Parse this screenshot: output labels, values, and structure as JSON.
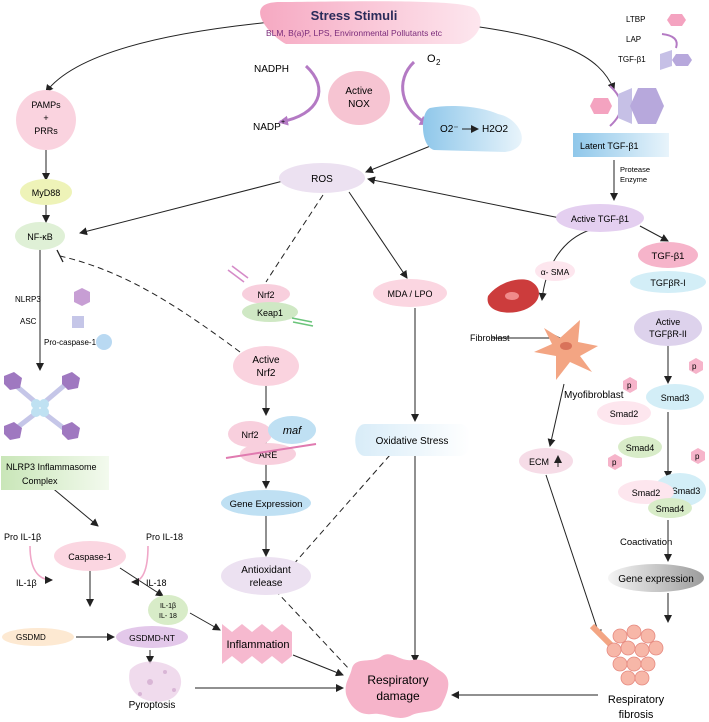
{
  "stimuli": {
    "title": "Stress Stimuli",
    "subtitle": "BLM, B(a)P, LPS, Environmental Pollutants etc"
  },
  "legend": {
    "ltbp": "LTBP",
    "lap": "LAP",
    "tgf": "TGF-β1"
  },
  "nox": {
    "label1": "Active",
    "label2": "NOX",
    "nadph": "NADPH",
    "nadp": "NADP",
    "nadp_sup": "+",
    "o2": "O",
    "o2_sub": "2",
    "superoxide": "O2⁻",
    "h2o2": "H2O2"
  },
  "left": {
    "pamps": "PAMPs",
    "plus": "+",
    "prrs": "PRRs",
    "myd88": "MyD88",
    "nfkb": "NF-κB",
    "nlrp3": "NLRP3",
    "asc": "ASC",
    "procasp": "Pro-caspase-1",
    "inflammasome1": "NLRP3 Inflammasome",
    "inflammasome2": "Complex",
    "pro_il1b": "Pro IL-1β",
    "pro_il18": "Pro IL-18",
    "caspase": "Caspase-1",
    "il1b": "IL-1β",
    "il18": "IL-18",
    "mix1": "IL-1β",
    "mix2": "IL- 18",
    "gsdmd": "GSDMD",
    "gsdmd_nt": "GSDMD-NT",
    "pyroptosis": "Pyroptosis",
    "inflammation": "Inflammation"
  },
  "center": {
    "ros": "ROS",
    "nrf2": "Nrf2",
    "keap1": "Keap1",
    "active_nrf2_1": "Active",
    "active_nrf2_2": "Nrf2",
    "nrf2b": "Nrf2",
    "maf": "maf",
    "are": "ARE",
    "gene_expr": "Gene Expression",
    "antiox1": "Antioxidant",
    "antiox2": "release",
    "mda": "MDA / LPO",
    "ox_stress": "Oxidative Stress",
    "resp_damage1": "Respiratory",
    "resp_damage2": "damage"
  },
  "right": {
    "latent": "Latent TGF-β1",
    "protease1": "Protease",
    "protease2": "Enzyme",
    "active_tgf": "Active TGF-β1",
    "asma": "α- SMA",
    "fibroblast": "Fibroblast",
    "myofibroblast": "Myofibroblast",
    "ecm": "ECM",
    "tgfb1": "TGF-β1",
    "tgfbr1": "TGFβR-I",
    "tgfbr2_1": "Active",
    "tgfbr2_2": "TGFβR-II",
    "smad3": "Smad3",
    "smad2": "Smad2",
    "smad4": "Smad4",
    "smad2b": "Smad2",
    "smad3b": "Smad3",
    "smad4b": "Smad4",
    "p": "p",
    "coactivation": "Coactivation",
    "gene_expr": "Gene expression",
    "resp_fibrosis1": "Respiratory",
    "resp_fibrosis2": "fibrosis"
  },
  "colors": {
    "pink": "#f6c4d2",
    "lav": "#e9d8ee",
    "purple": "#b47ac4",
    "green": "#d8ecc8",
    "blue": "#cfe6f5",
    "gray": "#9a9a9a"
  }
}
